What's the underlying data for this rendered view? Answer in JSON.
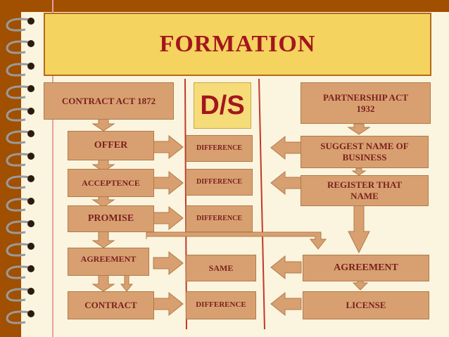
{
  "title": "FORMATION",
  "center_label": "D/S",
  "left_header": "CONTRACT ACT 1872",
  "right_header": "PARTNERSHIP  ACT 1932",
  "left_steps": [
    "OFFER",
    "ACCEPTENCE",
    "PROMISE",
    "AGREEMENT",
    "CONTRACT"
  ],
  "middle": [
    "DIFFERENCE",
    "DIFFERENCE",
    "DIFFERENCE",
    "SAME",
    "DIFFERENCE"
  ],
  "right_steps": [
    "SUGGEST NAME OF BUSINESS",
    "REGISTER THAT NAME",
    "AGREEMENT",
    "LICENSE"
  ],
  "colors": {
    "box": "#d8a070",
    "text": "#7a1f1f",
    "title_bg": "#f4d35e",
    "background": "#a14f00"
  }
}
